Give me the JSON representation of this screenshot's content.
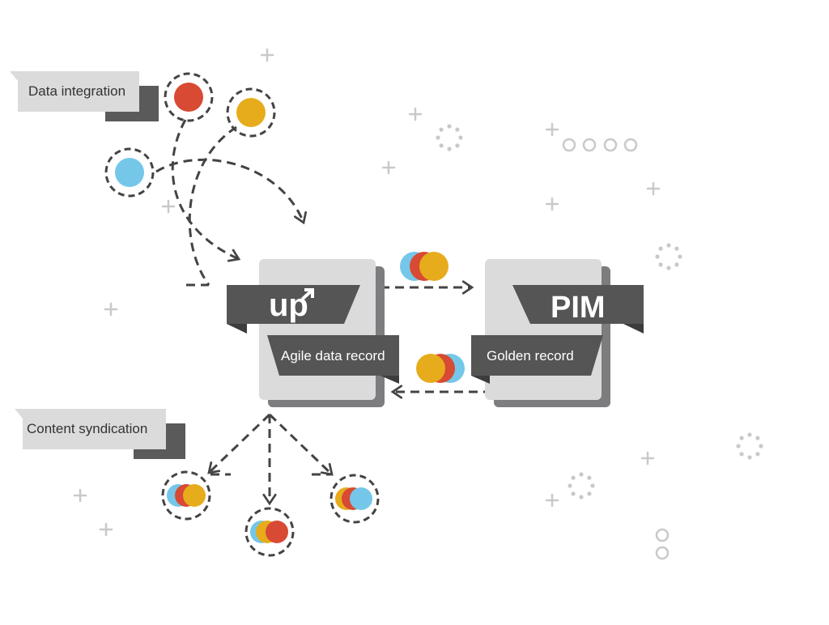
{
  "labels": {
    "data_integration": "Data integration",
    "content_syndication": "Content syndication",
    "up_logo_text": "up",
    "agile_record": "Agile data record",
    "pim": "PIM",
    "golden_record": "Golden record"
  },
  "colors": {
    "red": "#d84a33",
    "yellow": "#e6ac1c",
    "blue": "#74c7e9",
    "dark_band": "#555555",
    "darker_fold": "#3c3c3c",
    "box": "#dcdbdc",
    "box_shadow": "#7d7c7e",
    "tag_bg": "#dcdbdc",
    "tag_fold": "#5a5a5a",
    "dash": "#444444",
    "decor": "#c9c9c9"
  },
  "icons": {
    "data_source_red": "red-circle-icon",
    "data_source_yellow": "yellow-circle-icon",
    "data_source_blue": "blue-circle-icon",
    "syndication_outputs": "stacked-circles-icon",
    "flow_arrows": "dashed-arrow-icon"
  }
}
